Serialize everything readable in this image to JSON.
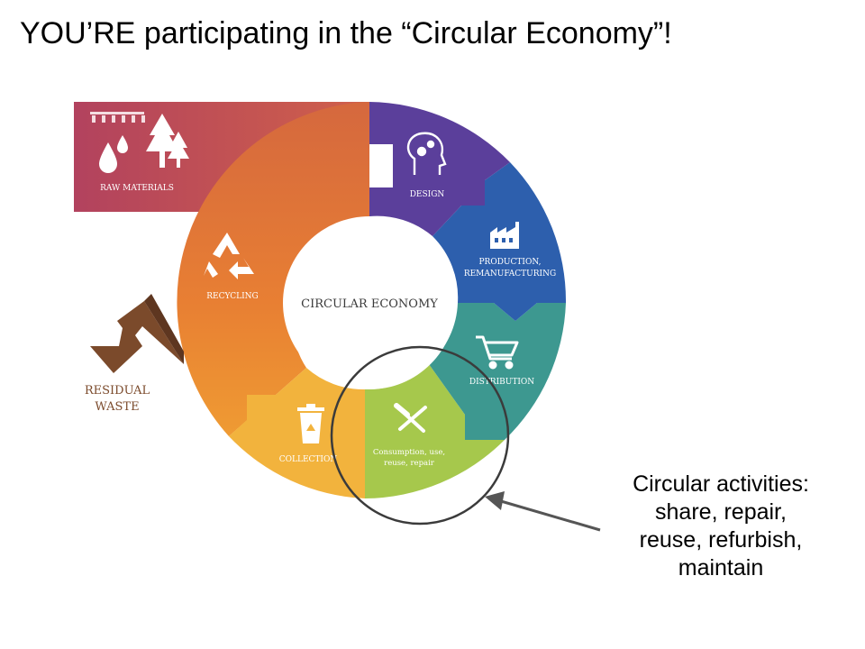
{
  "title": "YOU’RE participating in the “Circular Economy”!",
  "center_label": "CIRCULAR ECONOMY",
  "segments": {
    "raw_materials": "RAW MATERIALS",
    "design": "DESIGN",
    "production_1": "PRODUCTION,",
    "production_2": "REMANUFACTURING",
    "distribution": "DISTRIBUTION",
    "consumption_1": "Consumption, use,",
    "consumption_2": "reuse, repair",
    "collection": "COLLECTION",
    "recycling": "RECYCLING",
    "residual_1": "RESIDUAL",
    "residual_2": "WASTE"
  },
  "callout": {
    "line1": "Circular activities:",
    "line2": "share, repair,",
    "line3": "reuse, refurbish,",
    "line4": "maintain"
  },
  "colors": {
    "raw_materials": "#b2425e",
    "design": "#5b3f9b",
    "production": "#2d5fad",
    "distribution": "#3d9890",
    "consumption": "#a6c84c",
    "collection": "#f2b33d",
    "recycling": "#e2763a",
    "residual_waste": "#7b4a2b"
  },
  "icons": [
    "water-drops-icon",
    "trees-icon",
    "head-gears-icon",
    "factory-icon",
    "shopping-cart-icon",
    "tools-icon",
    "recycle-bin-icon",
    "recycle-icon",
    "down-arrow-icon"
  ]
}
